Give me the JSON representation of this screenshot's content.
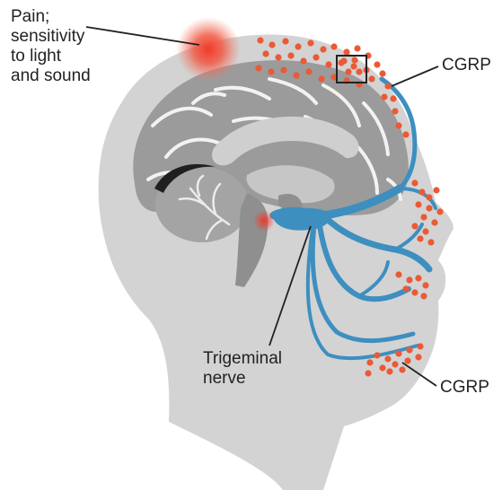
{
  "labels": {
    "pain": [
      "Pain;",
      "sensitivity",
      "to light",
      "and sound"
    ],
    "cgrp_top": "CGRP",
    "cgrp_bottom": "CGRP",
    "trigeminal": [
      "Trigeminal",
      "nerve"
    ]
  },
  "colors": {
    "background": "#ffffff",
    "head": "#d3d3d3",
    "brain": "#9b9b9b",
    "brain_folds": "#f2f2f2",
    "nerve": "#3d8fbf",
    "cgrp_dots": "#ea5a35",
    "pain_glow": "#f04a3a",
    "text": "#222222",
    "leader_lines": "#222222"
  }
}
